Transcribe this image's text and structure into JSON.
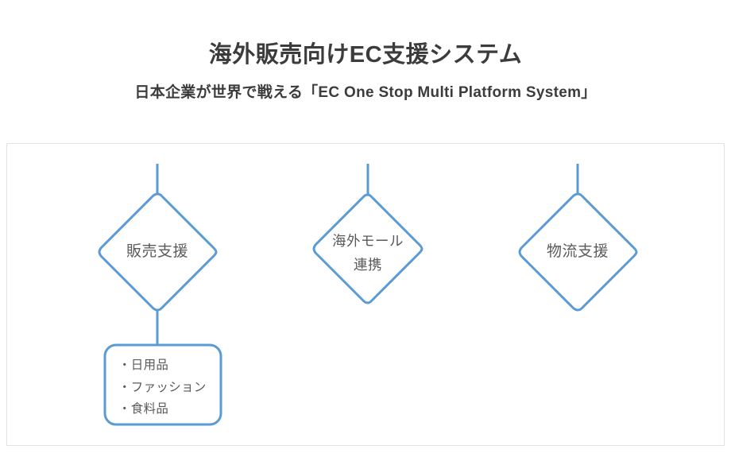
{
  "header": {
    "title": "海外販売向けEC支援システム",
    "subtitle": "日本企業が世界で戦える「EC One Stop Multi Platform System」"
  },
  "colors": {
    "accent_blue": "#5b9bd5",
    "text_dark": "#3c3c3c",
    "text_gray": "#5a5a5a",
    "frame_border": "#e2e2e4",
    "background": "#ffffff"
  },
  "diagram": {
    "nodes": [
      {
        "id": "sales-support",
        "shape": "diamond",
        "label": "販売支援",
        "lines": [
          "販売支援"
        ]
      },
      {
        "id": "overseas-mall-link",
        "shape": "diamond",
        "label": "海外モール連携",
        "lines": [
          "海外モール",
          "連携"
        ]
      },
      {
        "id": "logistics-support",
        "shape": "diamond",
        "label": "物流支援",
        "lines": [
          "物流支援"
        ]
      }
    ],
    "list_box": {
      "id": "product-category-box",
      "shape": "rounded-rectangle",
      "items": [
        "・日用品",
        "・ファッション",
        "・食料品"
      ]
    },
    "connectors": [
      {
        "id": "connector-top-sales",
        "from": "above",
        "to": "sales-support"
      },
      {
        "id": "connector-sales-to-list",
        "from": "sales-support",
        "to": "product-category-box"
      },
      {
        "id": "connector-top-mall",
        "from": "above",
        "to": "overseas-mall-link"
      },
      {
        "id": "connector-top-logistics",
        "from": "above",
        "to": "logistics-support"
      }
    ]
  }
}
